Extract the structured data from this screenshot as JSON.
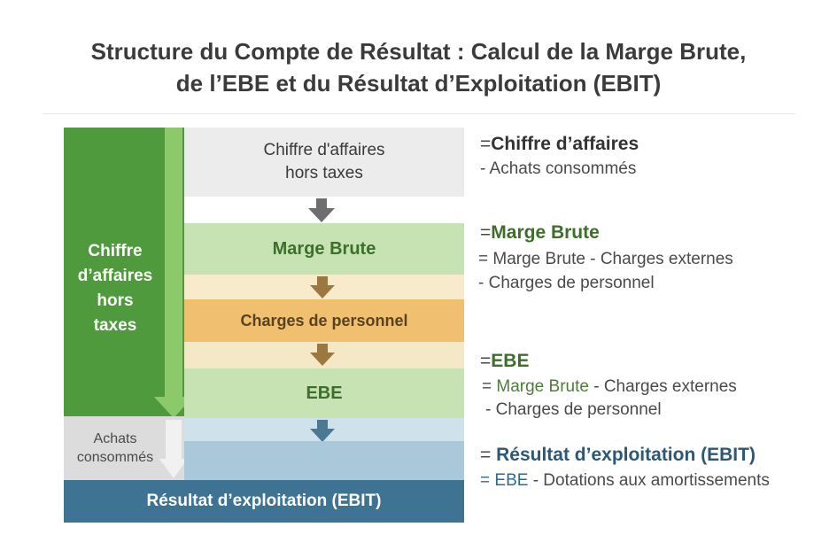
{
  "title": {
    "line1": "Structure du Compte de Résultat : Calcul de la Marge Brute,",
    "line2": "de l’EBE et du Résultat d’Exploitation (EBIT)"
  },
  "left_column": {
    "label_lines": [
      "Chiffre",
      "d’affaires",
      "hors",
      "taxes"
    ],
    "achats_lines": [
      "Achats",
      "consommés"
    ]
  },
  "blocks": {
    "ca_lines": [
      "Chiffre d'affaires",
      "hors taxes"
    ],
    "marge_brute": "Marge Brute",
    "charges_personnel": "Charges de personnel",
    "ebe": "EBE",
    "ebit": "Résultat d’exploitation (EBIT)"
  },
  "right": {
    "ca": {
      "eq": "=",
      "title": "Chiffre d’affaires",
      "line1": "- Achats consommés"
    },
    "marge": {
      "eq": "=",
      "title": "Marge Brute",
      "line1_eq": "=",
      "line1": "Marge Brute - Charges externes",
      "line2": "- Charges de personnel"
    },
    "ebe": {
      "eq": "=",
      "title": "EBE",
      "line1_eq": "=",
      "line1_a": "Marge Brute",
      "line1_b": "- Charges externes",
      "line2": "- Charges de personnel"
    },
    "ebit": {
      "eq": "=",
      "title": "Résultat d’exploitation (EBIT)",
      "line1_eq": "=",
      "line1_a": "EBE",
      "line1_b": "- Dotations aux amortissements"
    }
  },
  "colors": {
    "green_dark": "#4e9a3c",
    "green_light": "#c8e3b3",
    "orange": "#f0c070",
    "blue_dark": "#3f7394",
    "arrow_gray": "#6e6e6e",
    "arrow_orange": "#9a7840",
    "arrow_blue": "#4d7893"
  }
}
